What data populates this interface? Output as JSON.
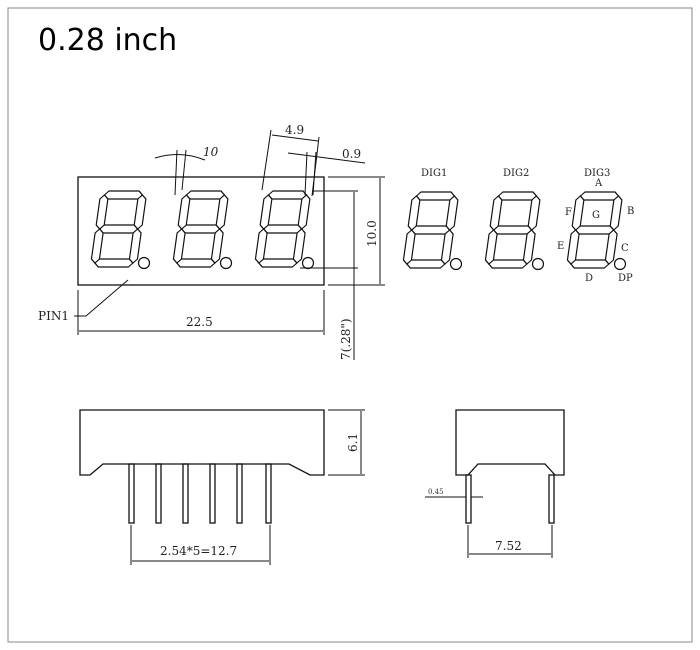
{
  "title": "0.28 inch",
  "front_view": {
    "angle_label": "10",
    "digit_width_label": "4.9",
    "segment_width_label": "0.9",
    "height_label": "10.0",
    "digit_height_label": "7(.28\")",
    "width_label": "22.5",
    "pin1_label": "PIN1"
  },
  "segment_diagram": {
    "digit_labels": [
      "DIG1",
      "DIG2",
      "DIG3"
    ],
    "segment_labels": {
      "A": "A",
      "B": "B",
      "C": "C",
      "D": "D",
      "E": "E",
      "F": "F",
      "G": "G",
      "DP": "DP"
    }
  },
  "side_view": {
    "height_label": "6.1",
    "pitch_label": "2.54*5=12.7"
  },
  "end_view": {
    "pin_width_label": "0.45",
    "row_spacing_label": "7.52"
  }
}
